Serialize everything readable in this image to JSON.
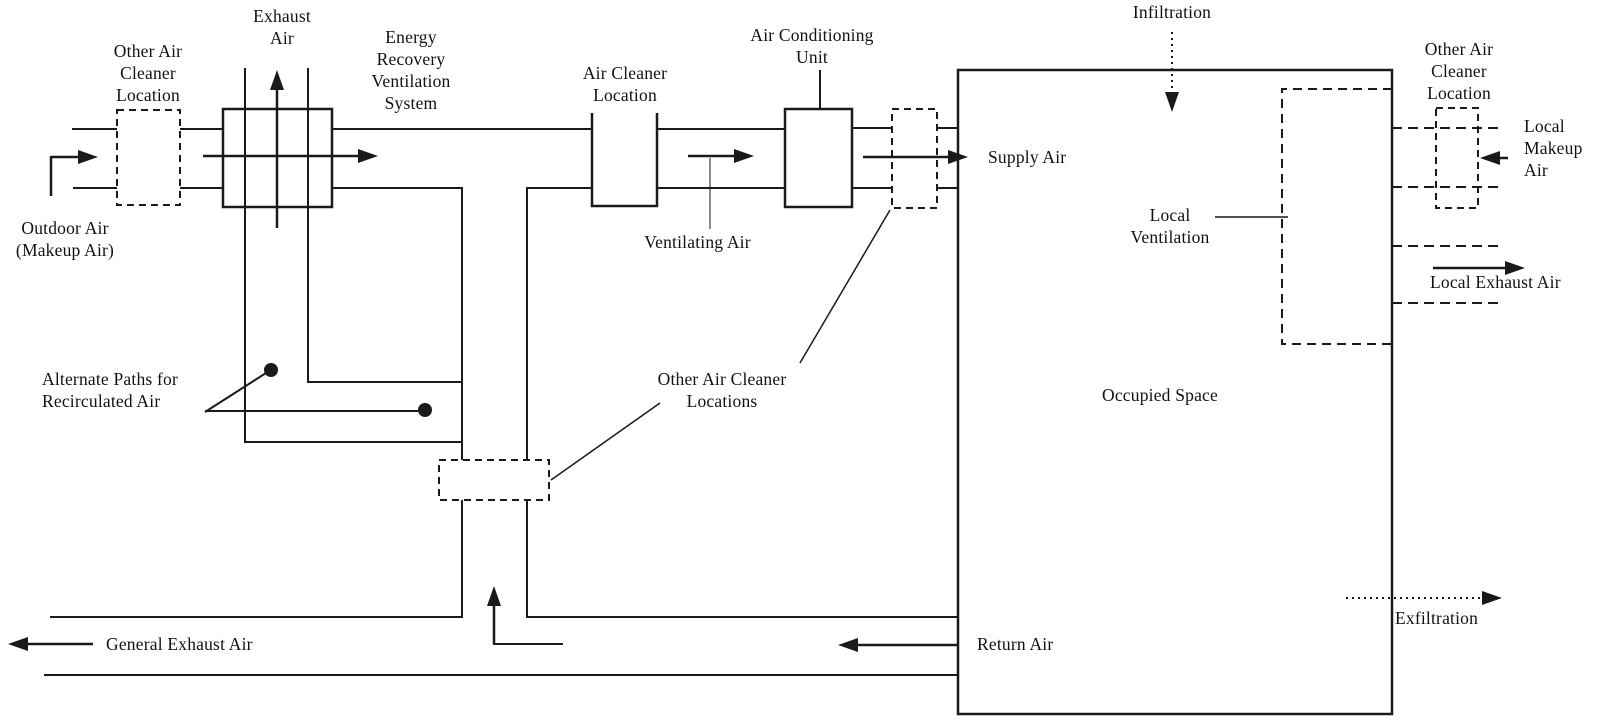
{
  "diagram": {
    "type": "hvac-ventilation-airflow-schematic",
    "colors": {
      "background": "#ffffff",
      "line": "#1a1a1a",
      "text": "#111111"
    },
    "labels": {
      "other_air_cleaner_location_left": "Other Air\nCleaner\nLocation",
      "exhaust_air": "Exhaust\nAir",
      "energy_recovery_ventilation_system": "Energy\nRecovery\nVentilation\nSystem",
      "air_cleaner_location": "Air Cleaner\nLocation",
      "air_conditioning_unit": "Air Conditioning\nUnit",
      "infiltration": "Infiltration",
      "other_air_cleaner_location_right": "Other Air\nCleaner\nLocation",
      "local_makeup_air": "Local\nMakeup\nAir",
      "local_exhaust_air": "Local Exhaust Air",
      "supply_air": "Supply Air",
      "local_ventilation": "Local\nVentilation",
      "occupied_space": "Occupied Space",
      "ventilating_air": "Ventilating Air",
      "other_air_cleaner_locations": "Other Air Cleaner\nLocations",
      "alternate_paths": "Alternate Paths for\nRecirculated Air",
      "outdoor_air": "Outdoor Air\n(Makeup Air)",
      "general_exhaust_air": "General Exhaust Air",
      "return_air": "Return Air",
      "exfiltration": "Exfiltration"
    }
  }
}
